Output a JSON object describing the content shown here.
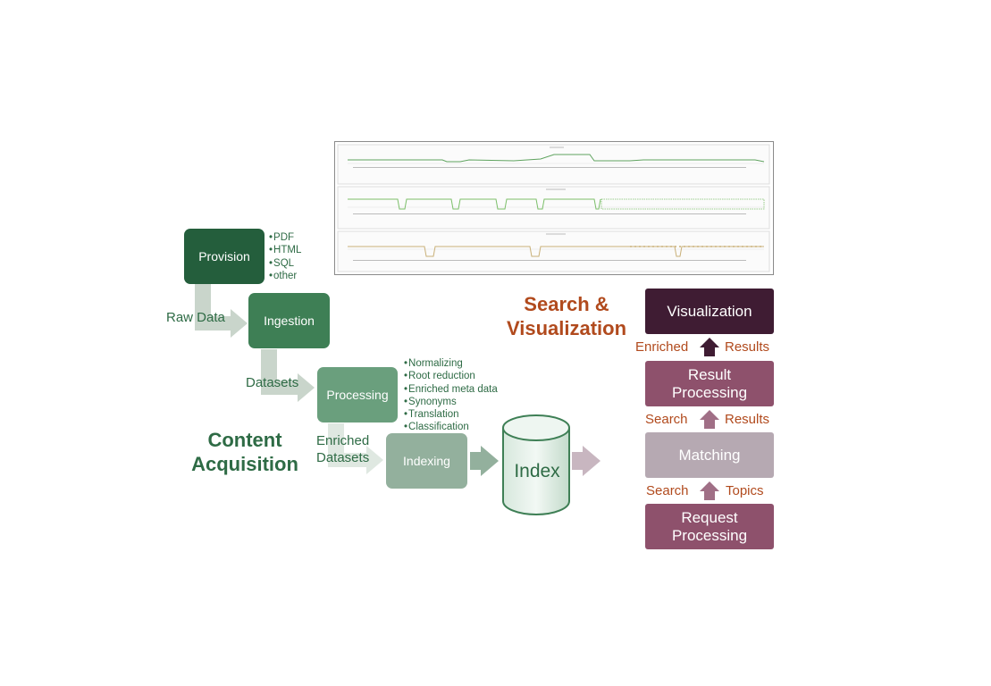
{
  "title_left": [
    "Content",
    "Acquisition"
  ],
  "title_right": [
    "Search &",
    "Visualization"
  ],
  "nodes": {
    "provision": "Provision",
    "ingestion": "Ingestion",
    "processing": "Processing",
    "indexing": "Indexing",
    "index": "Index",
    "visualization": "Visualization",
    "result_processing": [
      "Result",
      "Processing"
    ],
    "matching": "Matching",
    "request_processing": [
      "Request",
      "Processing"
    ]
  },
  "formats": [
    "PDF",
    "HTML",
    "SQL",
    "other"
  ],
  "processing_steps": [
    "Normalizing",
    "Root reduction",
    "Enriched meta data",
    "Synonyms",
    "Translation",
    "Classification"
  ],
  "edge_labels": {
    "raw_data": "Raw Data",
    "datasets": "Datasets",
    "enriched_datasets": [
      "Enriched",
      "Datasets"
    ],
    "enriched_results": [
      "Enriched",
      "Results"
    ],
    "search_results": [
      "Search",
      "Results"
    ],
    "search_topics": [
      "Search",
      "Topics"
    ]
  },
  "colors": {
    "provision": "#245e3c",
    "ingestion": "#3e7f55",
    "processing": "#6a9f7d",
    "indexing": "#93b09d",
    "visualization": "#3f1c33",
    "result_processing": "#8e516c",
    "matching": "#b6a9b2",
    "request_processing": "#8e516c",
    "green_text": "#2e6b45",
    "rust_text": "#b14a1d"
  }
}
